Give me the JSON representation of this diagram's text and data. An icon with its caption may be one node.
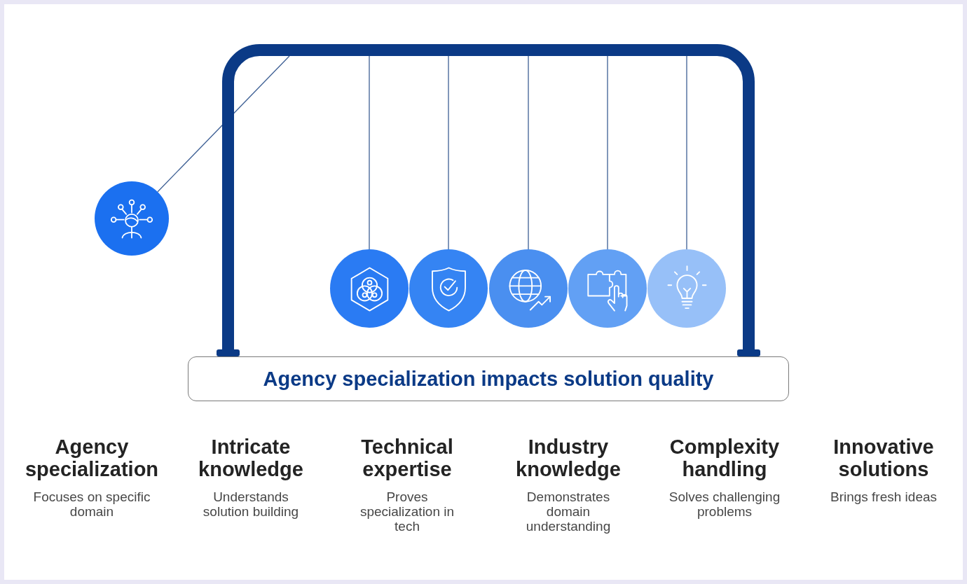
{
  "diagram": {
    "nodes": [
      {
        "text": [],
        "shape": "bar"
      },
      {
        "text": [],
        "shape": "circle"
      },
      {
        "text": [],
        "shape": "circle",
        "in": 0
      },
      {
        "text": [],
        "shape": "circle",
        "in": 0
      },
      {
        "text": [],
        "shape": "circle",
        "in": 0
      },
      {
        "text": [],
        "shape": "circle",
        "in": 0
      },
      {
        "text": [],
        "shape": "circle",
        "in": 0
      },
      {
        "text": [
          "Agency specialization impacts solution quality"
        ]
      }
    ],
    "edges": [
      {
        "from": 0,
        "to": 1,
        "arrow": "none"
      },
      {
        "from": 0,
        "to": 2,
        "arrow": "none"
      },
      {
        "from": 0,
        "to": 3,
        "arrow": "none"
      },
      {
        "from": 0,
        "to": 4,
        "arrow": "none"
      },
      {
        "from": 0,
        "to": 5,
        "arrow": "none"
      },
      {
        "from": 0,
        "to": 6,
        "arrow": "none"
      }
    ],
    "labels": [
      "Agency specialization",
      "Focuses on specific domain",
      "Intricate knowledge",
      "Understands solution building",
      "Technical expertise",
      "Proves specialization in tech",
      "Industry knowledge",
      "Demonstrates domain understanding",
      "Complexity handling",
      "Solves challenging problems",
      "Innovative solutions",
      "Brings fresh ideas"
    ]
  }
}
